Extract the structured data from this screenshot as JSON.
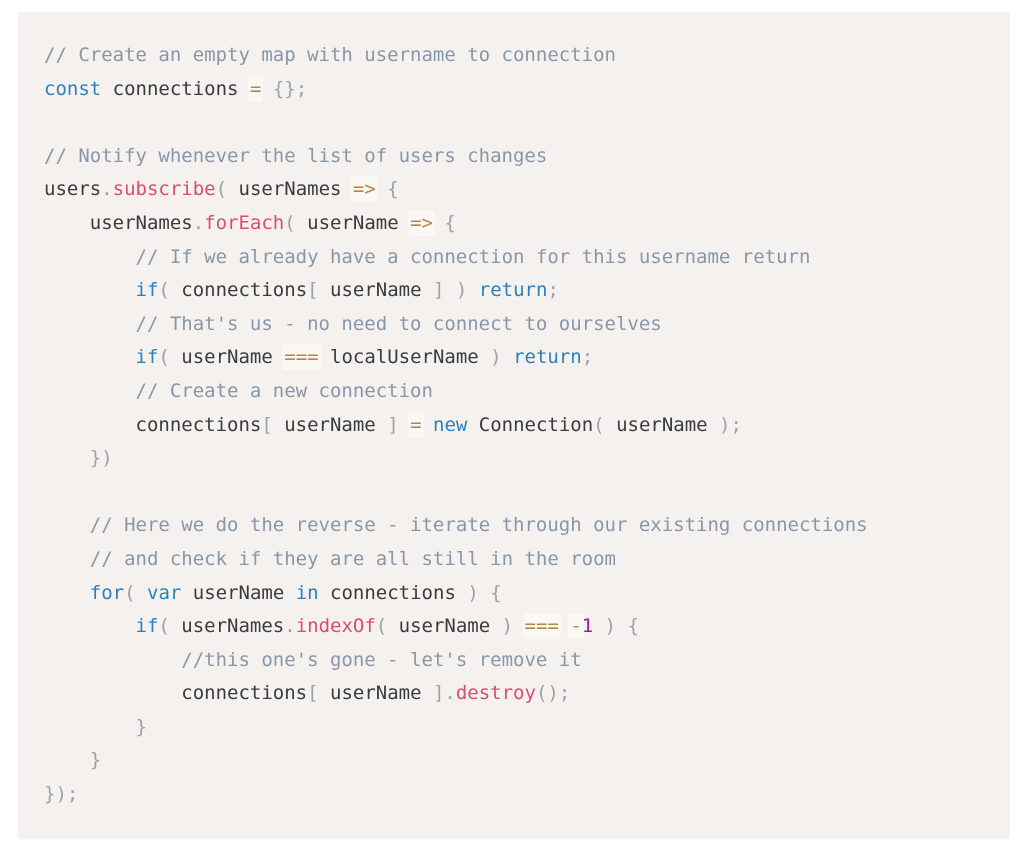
{
  "palette": {
    "page_bg": "#ffffff",
    "block_bg": "#f4f1ee",
    "plain": "#383b40",
    "comment": "#8797a9",
    "keyword": "#2c81ba",
    "function": "#dc4b74",
    "operator": "#b1854e",
    "operator_bg": "#fbf8f3",
    "number": "#a01d9e",
    "punctuation": "#9aa2ac"
  },
  "code_block": {
    "language": "javascript",
    "token_types": {
      "p": "plain",
      "c": "comment",
      "k": "keyword",
      "f": "function",
      "o": "operator",
      "n": "number",
      "u": "punctuation"
    },
    "lines": [
      [
        [
          "c",
          "// Create an empty map with username to connection"
        ]
      ],
      [
        [
          "k",
          "const"
        ],
        [
          "p",
          " connections "
        ],
        [
          "o",
          "="
        ],
        [
          "p",
          " "
        ],
        [
          "u",
          "{};"
        ]
      ],
      [],
      [
        [
          "c",
          "// Notify whenever the list of users changes"
        ]
      ],
      [
        [
          "p",
          "users"
        ],
        [
          "u",
          "."
        ],
        [
          "f",
          "subscribe"
        ],
        [
          "u",
          "("
        ],
        [
          "p",
          " userNames "
        ],
        [
          "o",
          "=>"
        ],
        [
          "p",
          " "
        ],
        [
          "u",
          "{"
        ]
      ],
      [
        [
          "p",
          "    userNames"
        ],
        [
          "u",
          "."
        ],
        [
          "f",
          "forEach"
        ],
        [
          "u",
          "("
        ],
        [
          "p",
          " userName "
        ],
        [
          "o",
          "=>"
        ],
        [
          "p",
          " "
        ],
        [
          "u",
          "{"
        ]
      ],
      [
        [
          "p",
          "        "
        ],
        [
          "c",
          "// If we already have a connection for this username return"
        ]
      ],
      [
        [
          "p",
          "        "
        ],
        [
          "k",
          "if"
        ],
        [
          "u",
          "("
        ],
        [
          "p",
          " connections"
        ],
        [
          "u",
          "["
        ],
        [
          "p",
          " userName "
        ],
        [
          "u",
          "]"
        ],
        [
          "p",
          " "
        ],
        [
          "u",
          ")"
        ],
        [
          "p",
          " "
        ],
        [
          "k",
          "return"
        ],
        [
          "u",
          ";"
        ]
      ],
      [
        [
          "p",
          "        "
        ],
        [
          "c",
          "// That's us - no need to connect to ourselves"
        ]
      ],
      [
        [
          "p",
          "        "
        ],
        [
          "k",
          "if"
        ],
        [
          "u",
          "("
        ],
        [
          "p",
          " userName "
        ],
        [
          "o",
          "==="
        ],
        [
          "p",
          " localUserName "
        ],
        [
          "u",
          ")"
        ],
        [
          "p",
          " "
        ],
        [
          "k",
          "return"
        ],
        [
          "u",
          ";"
        ]
      ],
      [
        [
          "p",
          "        "
        ],
        [
          "c",
          "// Create a new connection"
        ]
      ],
      [
        [
          "p",
          "        connections"
        ],
        [
          "u",
          "["
        ],
        [
          "p",
          " userName "
        ],
        [
          "u",
          "]"
        ],
        [
          "p",
          " "
        ],
        [
          "o",
          "="
        ],
        [
          "p",
          " "
        ],
        [
          "k",
          "new"
        ],
        [
          "p",
          " Connection"
        ],
        [
          "u",
          "("
        ],
        [
          "p",
          " userName "
        ],
        [
          "u",
          ")"
        ],
        [
          "u",
          ";"
        ]
      ],
      [
        [
          "u",
          "    })"
        ]
      ],
      [],
      [
        [
          "p",
          "    "
        ],
        [
          "c",
          "// Here we do the reverse - iterate through our existing connections"
        ]
      ],
      [
        [
          "p",
          "    "
        ],
        [
          "c",
          "// and check if they are all still in the room"
        ]
      ],
      [
        [
          "p",
          "    "
        ],
        [
          "k",
          "for"
        ],
        [
          "u",
          "("
        ],
        [
          "p",
          " "
        ],
        [
          "k",
          "var"
        ],
        [
          "p",
          " userName "
        ],
        [
          "k",
          "in"
        ],
        [
          "p",
          " connections "
        ],
        [
          "u",
          ")"
        ],
        [
          "p",
          " "
        ],
        [
          "u",
          "{"
        ]
      ],
      [
        [
          "p",
          "        "
        ],
        [
          "k",
          "if"
        ],
        [
          "u",
          "("
        ],
        [
          "p",
          " userNames"
        ],
        [
          "u",
          "."
        ],
        [
          "f",
          "indexOf"
        ],
        [
          "u",
          "("
        ],
        [
          "p",
          " userName "
        ],
        [
          "u",
          ")"
        ],
        [
          "p",
          " "
        ],
        [
          "o",
          "==="
        ],
        [
          "p",
          " "
        ],
        [
          "o",
          "-"
        ],
        [
          "n",
          "1"
        ],
        [
          "p",
          " "
        ],
        [
          "u",
          ")"
        ],
        [
          "p",
          " "
        ],
        [
          "u",
          "{"
        ]
      ],
      [
        [
          "p",
          "            "
        ],
        [
          "c",
          "//this one's gone - let's remove it"
        ]
      ],
      [
        [
          "p",
          "            connections"
        ],
        [
          "u",
          "["
        ],
        [
          "p",
          " userName "
        ],
        [
          "u",
          "]"
        ],
        [
          "u",
          "."
        ],
        [
          "f",
          "destroy"
        ],
        [
          "u",
          "()"
        ],
        [
          "u",
          ";"
        ]
      ],
      [
        [
          "p",
          "        "
        ],
        [
          "u",
          "}"
        ]
      ],
      [
        [
          "p",
          "    "
        ],
        [
          "u",
          "}"
        ]
      ],
      [
        [
          "u",
          "});"
        ]
      ]
    ]
  }
}
